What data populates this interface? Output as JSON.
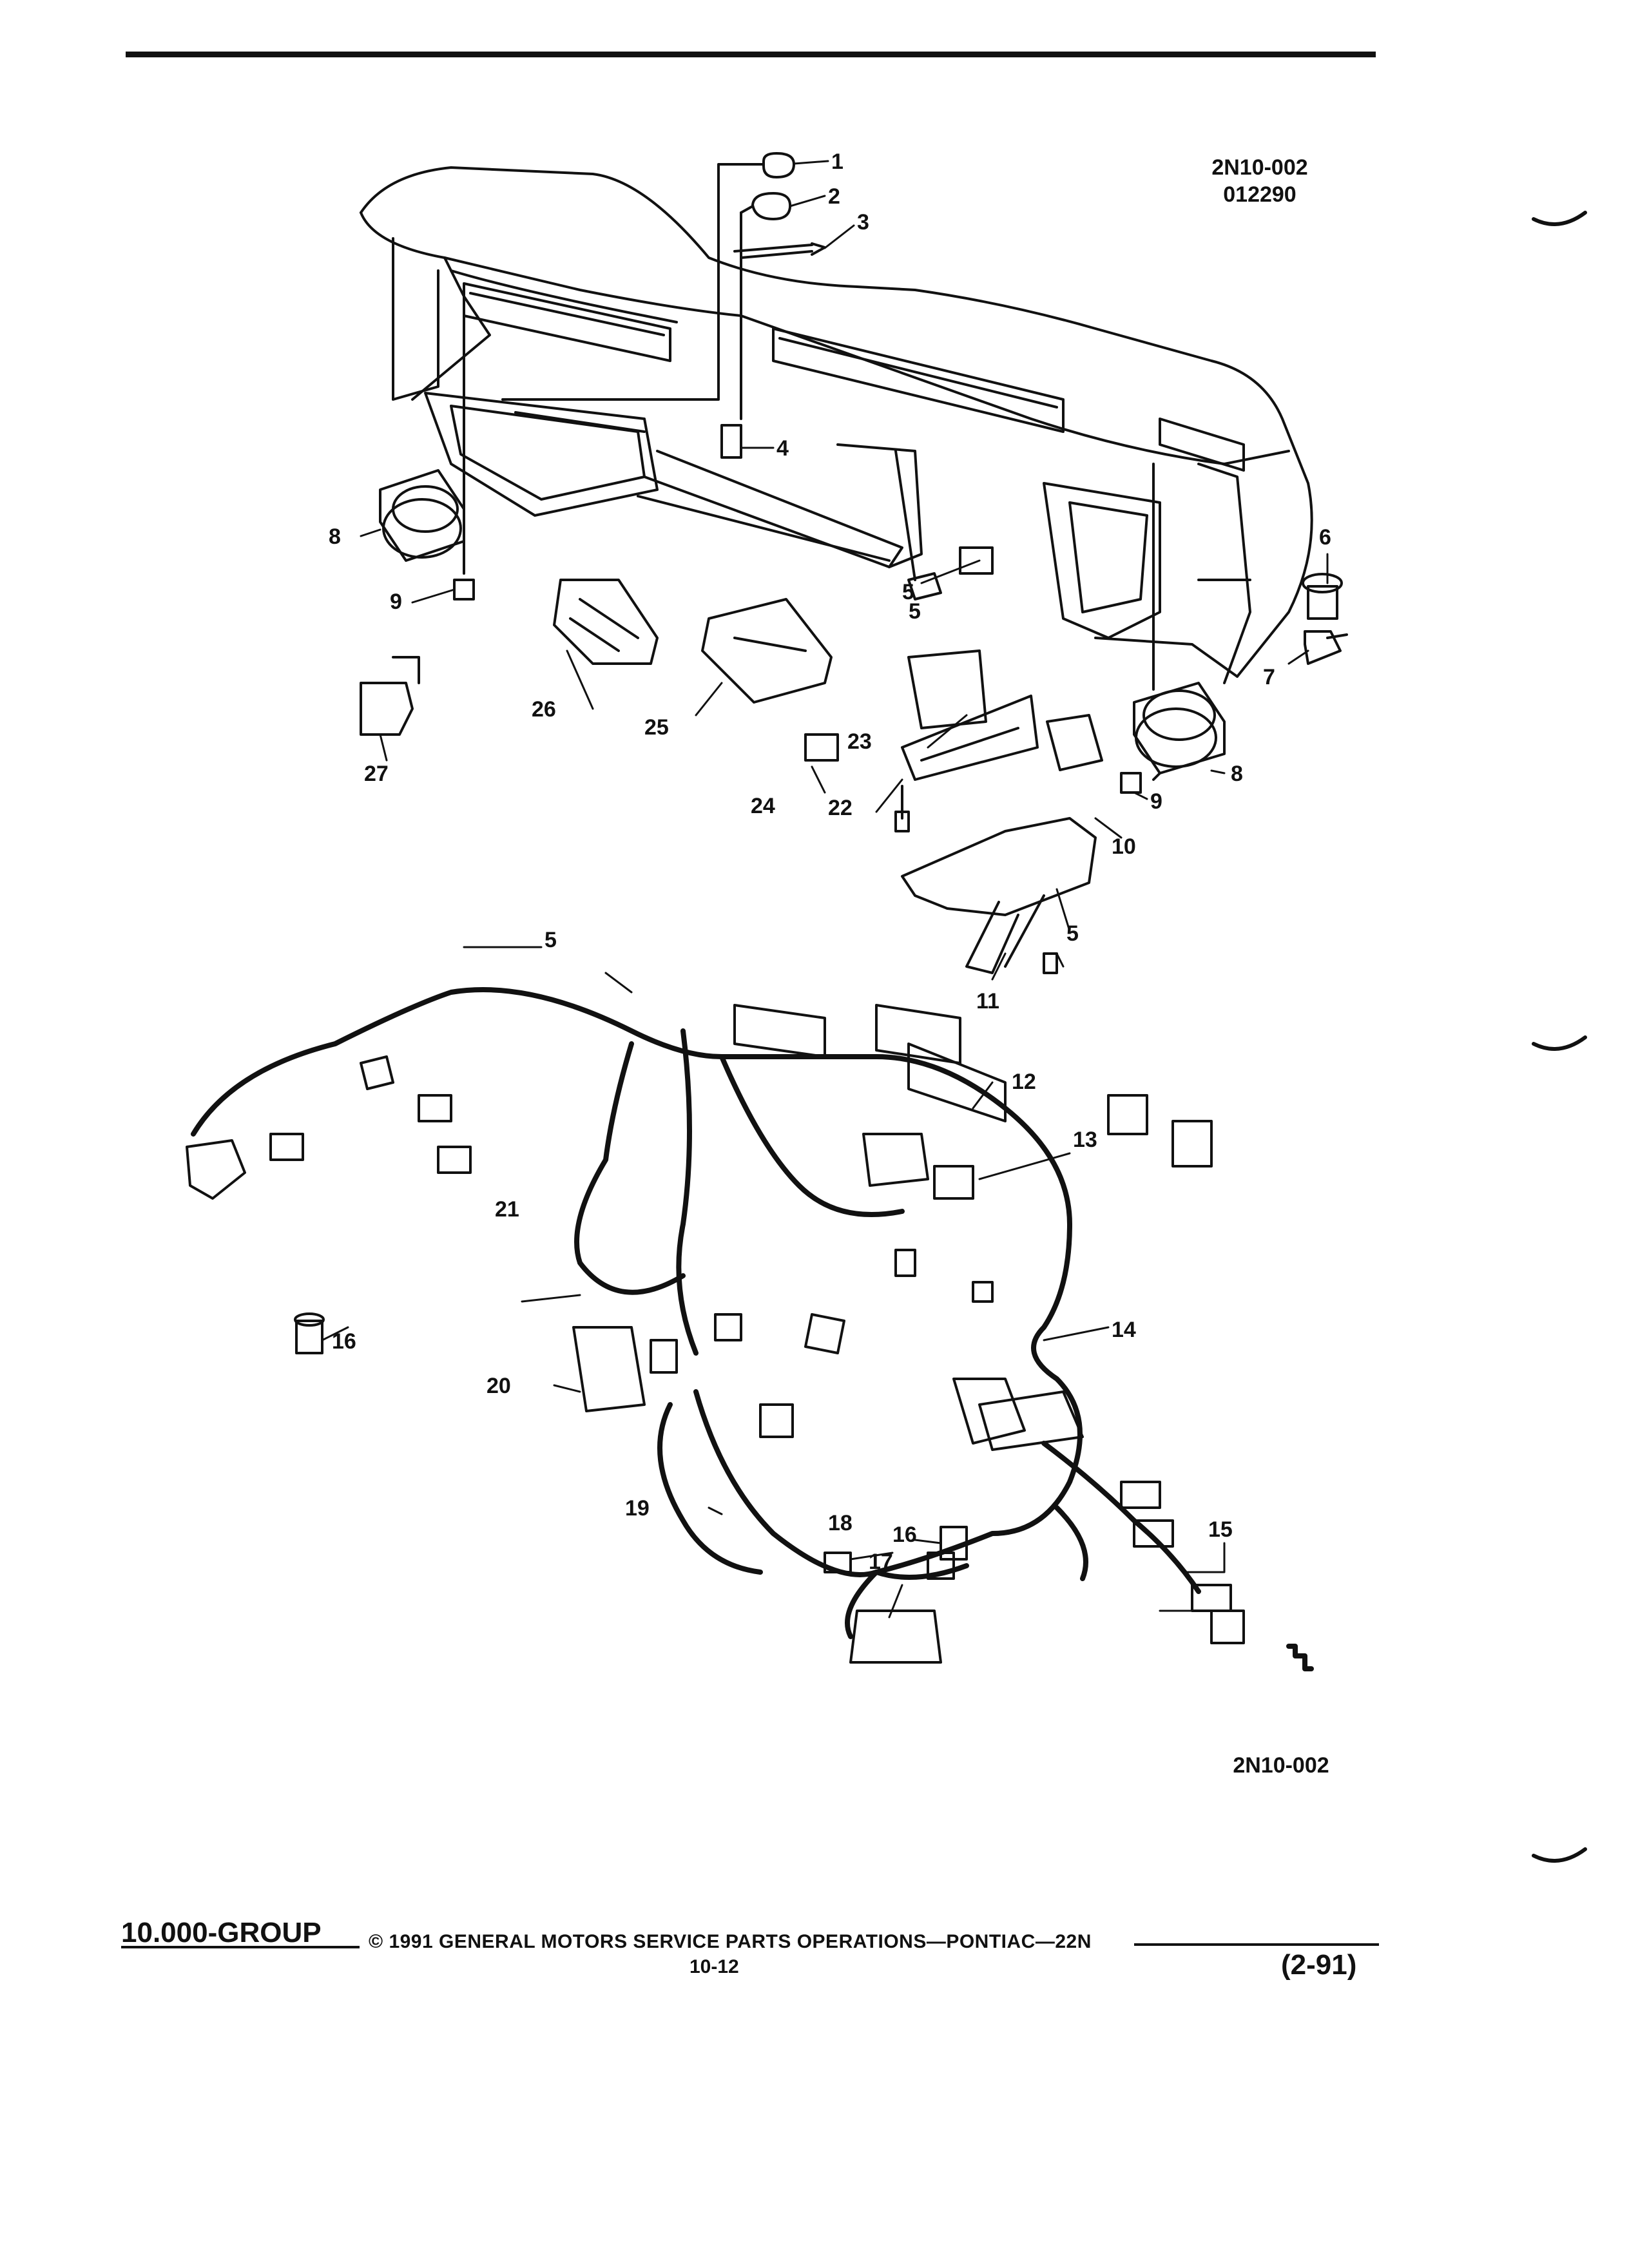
{
  "figure": {
    "code": "2N10-002",
    "date_code": "012290",
    "bottom_code": "2N10-002",
    "callouts": [
      "1",
      "2",
      "3",
      "4",
      "5",
      "5",
      "5",
      "5",
      "6",
      "7",
      "8",
      "8",
      "9",
      "9",
      "10",
      "11",
      "12",
      "13",
      "14",
      "15",
      "16",
      "16",
      "17",
      "18",
      "19",
      "20",
      "21",
      "22",
      "23",
      "24",
      "25",
      "26",
      "27"
    ]
  },
  "footer": {
    "group": "10.000-GROUP",
    "copyright": "© 1991 GENERAL MOTORS SERVICE PARTS OPERATIONS—PONTIAC—22N",
    "page": "10-12",
    "date": "(2-91)"
  }
}
